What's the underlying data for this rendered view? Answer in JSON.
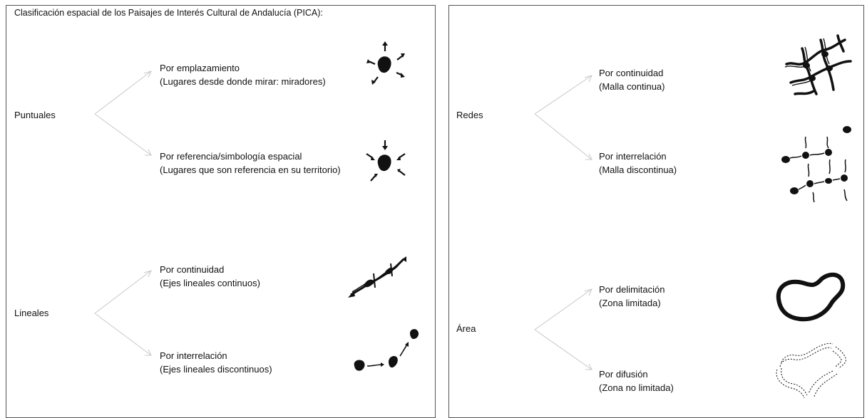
{
  "title": "Clasificación espacial de los Paisajes de Interés Cultural de Andalucía (PICA):",
  "colors": {
    "ink": "#111111",
    "connector": "#c8c8c8",
    "frame": "#555555"
  },
  "left_panel": {
    "groups": [
      {
        "label": "Puntuales",
        "branches": [
          {
            "line1": "Por emplazamiento",
            "line2": "(Lugares desde donde mirar: miradores)",
            "icon": "viewpoint-rays-out-icon"
          },
          {
            "line1": "Por referencia/simbología espacial",
            "line2": "(Lugares que son referencia en su territorio)",
            "icon": "landmark-rays-in-icon"
          }
        ]
      },
      {
        "label": "Lineales",
        "branches": [
          {
            "line1": "Por continuidad",
            "line2": "(Ejes lineales continuos)",
            "icon": "continuous-axis-icon"
          },
          {
            "line1": "Por interrelación",
            "line2": "(Ejes lineales discontinuos)",
            "icon": "discontinuous-axis-icon"
          }
        ]
      }
    ]
  },
  "right_panel": {
    "groups": [
      {
        "label": "Redes",
        "branches": [
          {
            "line1": "Por continuidad",
            "line2": "(Malla continua)",
            "icon": "continuous-mesh-icon"
          },
          {
            "line1": "Por interrelación",
            "line2": "(Malla discontinua)",
            "icon": "discontinuous-mesh-icon"
          }
        ]
      },
      {
        "label": "Área",
        "branches": [
          {
            "line1": "Por delimitación",
            "line2": "(Zona  limitada)",
            "icon": "bounded-zone-icon"
          },
          {
            "line1": "Por difusión",
            "line2": "(Zona no limitada)",
            "icon": "diffuse-zone-icon"
          }
        ]
      }
    ]
  }
}
